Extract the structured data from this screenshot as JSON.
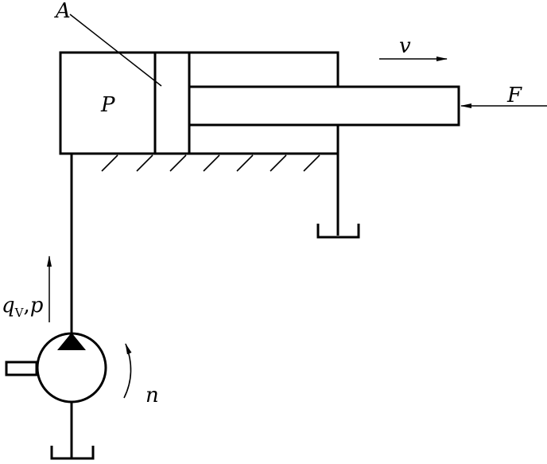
{
  "labels": {
    "area": "A",
    "pressure_chamber": "P",
    "velocity": "v",
    "force": "F",
    "flow_symbol": "q",
    "flow_subscript": "V",
    "flow_separator": ",",
    "flow_pressure": "p",
    "speed": "n"
  },
  "colors": {
    "stroke": "#000000",
    "background": "#ffffff"
  },
  "icons": {
    "pump": "hydraulic-pump-icon",
    "tank": "tank-icon",
    "rotation": "rotation-arrow-icon"
  }
}
